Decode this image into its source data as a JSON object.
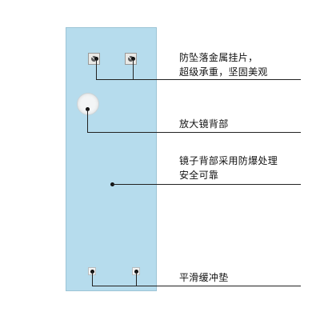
{
  "callouts": [
    {
      "id": "metal-hangers",
      "lines": [
        "防坠落金属挂片，",
        "超级承重，坚固美观"
      ]
    },
    {
      "id": "magnifier",
      "lines": [
        "放大镜背部"
      ]
    },
    {
      "id": "explosion-proof-back",
      "lines": [
        "镜子背部采用防爆处理",
        "安全可靠"
      ]
    },
    {
      "id": "buffer-pads",
      "lines": [
        "平滑缓冲垫"
      ]
    }
  ],
  "colors": {
    "mirror_back": "#b6dced",
    "leader_line": "#222222",
    "text": "#111111"
  }
}
